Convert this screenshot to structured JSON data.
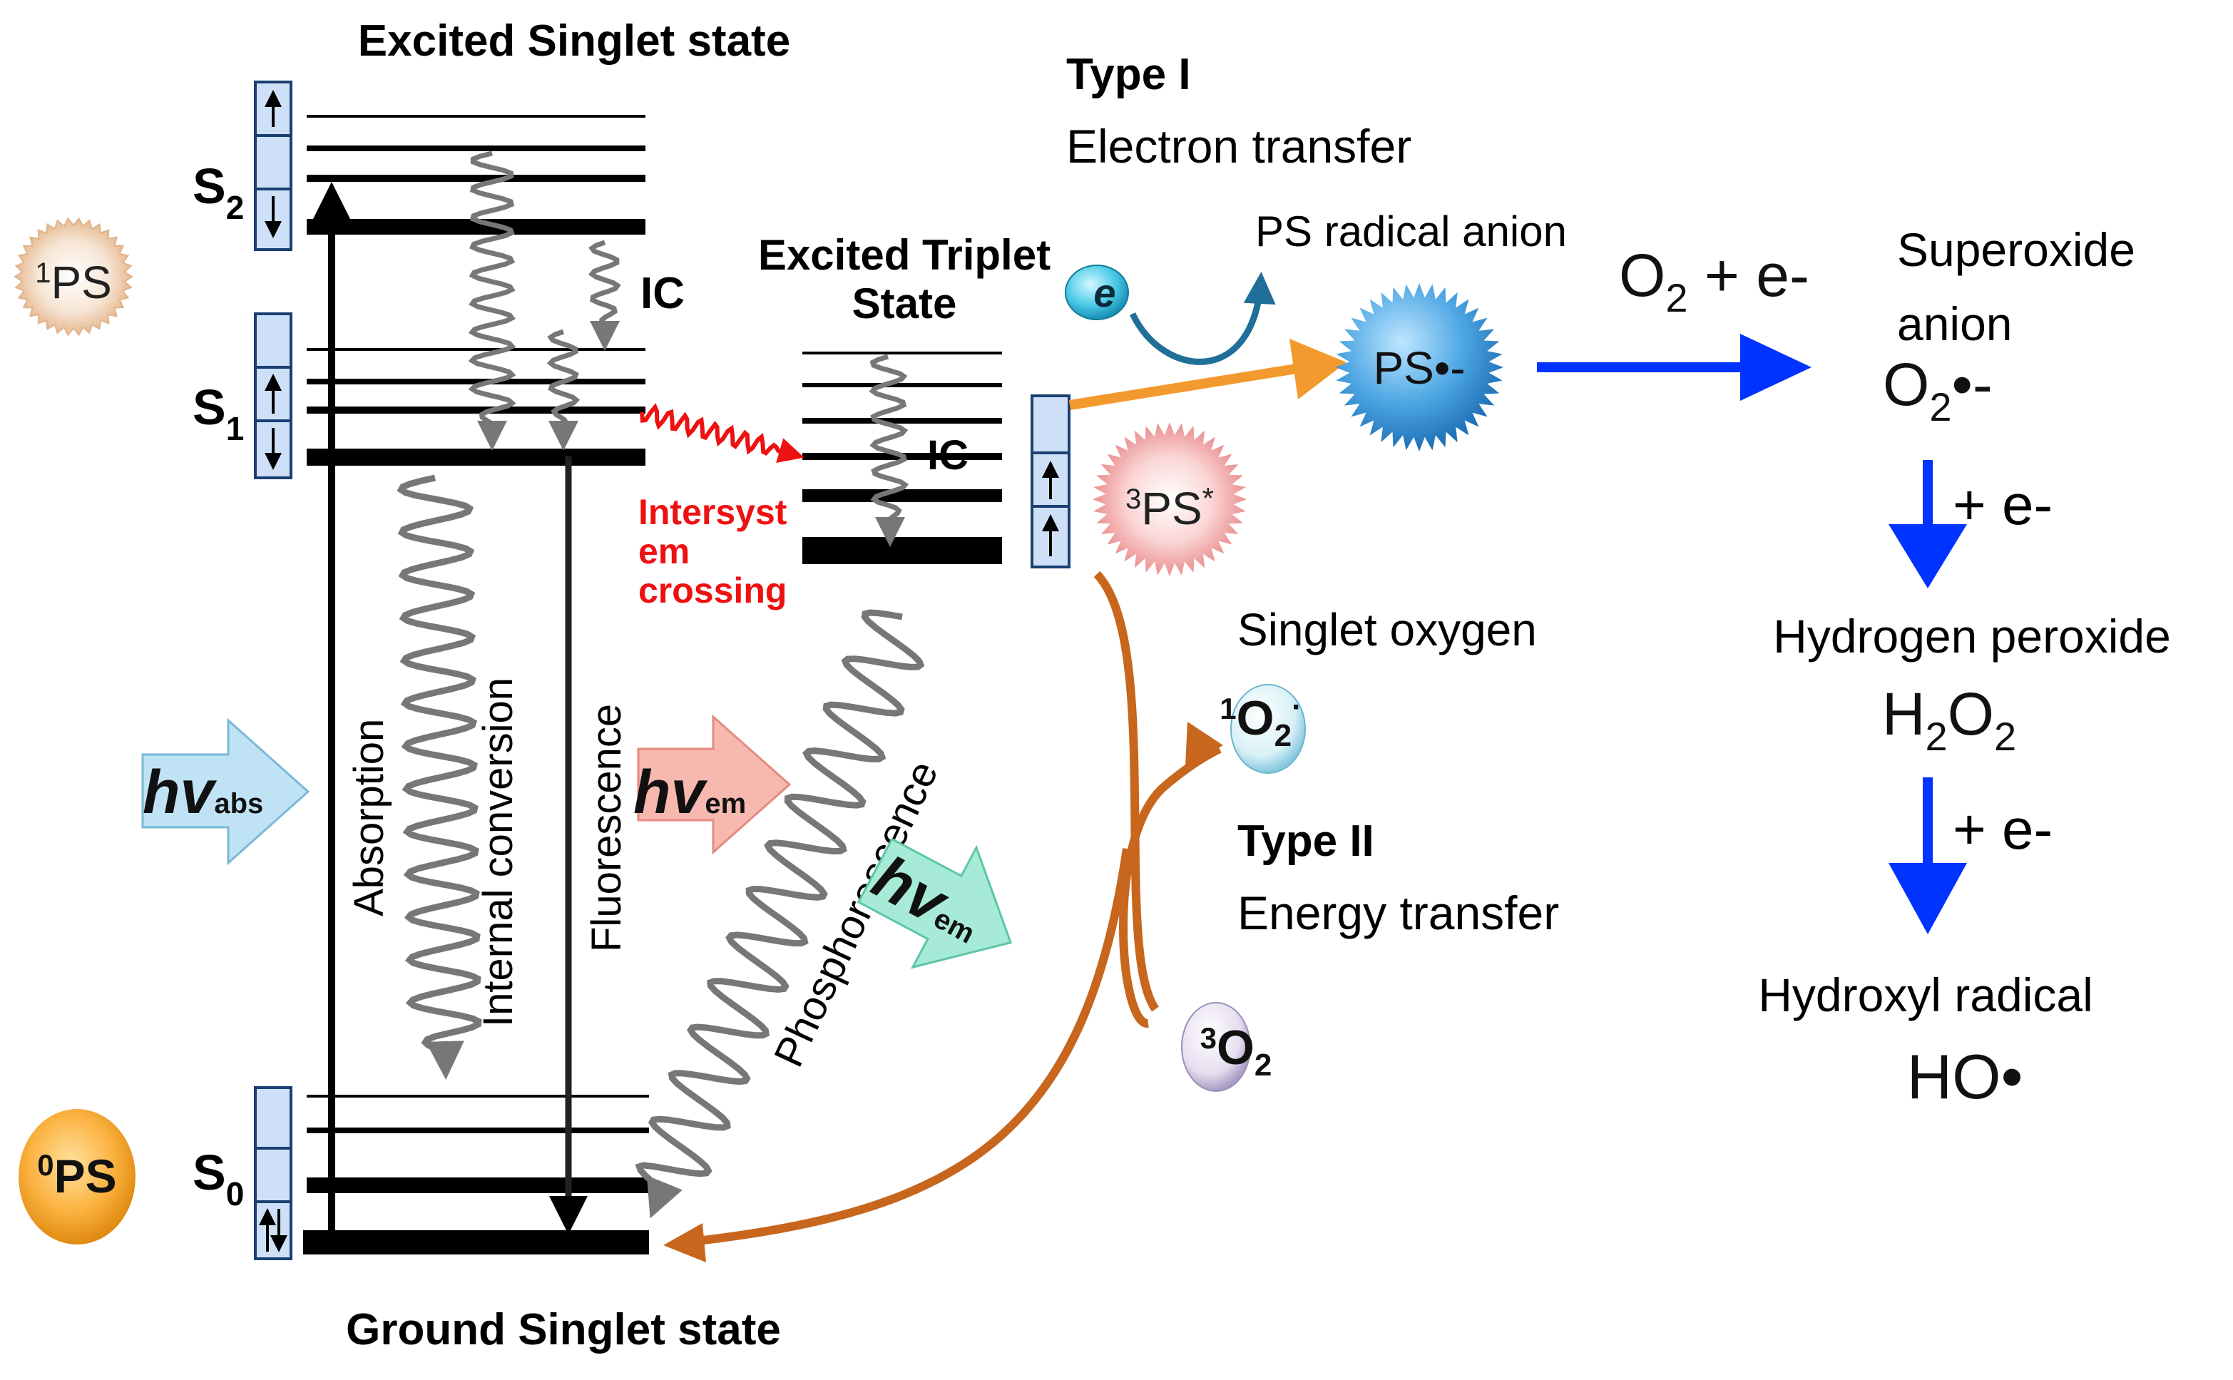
{
  "headings": {
    "excited_singlet": "Excited Singlet state",
    "ground_singlet": "Ground Singlet state",
    "excited_triplet_1": "Excited Triplet",
    "excited_triplet_2": "State"
  },
  "states": {
    "s2": {
      "letter": "S",
      "sub": "2"
    },
    "s1": {
      "letter": "S",
      "sub": "1"
    },
    "s0": {
      "letter": "S",
      "sub": "0"
    }
  },
  "species": {
    "ps1": {
      "sup": "1",
      "main": "PS"
    },
    "ps0": {
      "sup": "0",
      "main": "PS"
    },
    "ps3": {
      "sup": "3",
      "main": "PS",
      "star": "*"
    },
    "ps_radical": "PS•-",
    "electron": "e",
    "o2_singlet": {
      "sup": "1",
      "main": "O",
      "sub": "2",
      "dot": "·"
    },
    "o2_triplet": {
      "sup": "3",
      "main": "O",
      "sub": "2"
    }
  },
  "process_labels": {
    "ic_top": "IC",
    "ic_triplet": "IC",
    "isc_1": "Intersyst",
    "isc_2": "em",
    "isc_3": "crossing",
    "absorption": "Absorption",
    "internal_conversion": "Internal conversion",
    "fluorescence": "Fluorescence",
    "phosphorescence": "Phosphorescence"
  },
  "photons": {
    "abs": {
      "h": "hv",
      "sub": "abs"
    },
    "em_fluor": {
      "h": "hv",
      "sub": "em"
    },
    "em_phos": {
      "h": "hv",
      "sub": "em"
    }
  },
  "type1": {
    "title": "Type I",
    "subtitle": "Electron transfer",
    "ps_radical_anion": "PS radical anion"
  },
  "type2": {
    "title": "Type II",
    "subtitle": "Energy transfer",
    "singlet_oxygen": "Singlet oxygen"
  },
  "ros": {
    "o2_eq": {
      "o": "O",
      "sub": "2",
      "rest": " + e-"
    },
    "superoxide_1": "Superoxide",
    "superoxide_2": "anion",
    "superoxide_formula": {
      "o": "O",
      "sub": "2",
      "rest": "•-"
    },
    "plus_e_1": "+ e-",
    "hydrogen_peroxide": "Hydrogen peroxide",
    "h2o2": {
      "h": "H",
      "sub1": "2",
      "o": "O",
      "sub2": "2"
    },
    "plus_e_2": "+ e-",
    "hydroxyl_radical": "Hydroxyl radical",
    "hydroxyl_formula": "HO•"
  },
  "colors": {
    "black": "#000000",
    "gray": "#777777",
    "isc_red": "#ee1111",
    "orange": "#f39a2e",
    "brown_orange": "#c7661c",
    "blue_arrow": "#0033ff",
    "photon_blue": "#bfe3f5",
    "photon_pink": "#f7b8b0",
    "photon_green": "#a8ead8",
    "spin_box": "#cde0f7"
  }
}
